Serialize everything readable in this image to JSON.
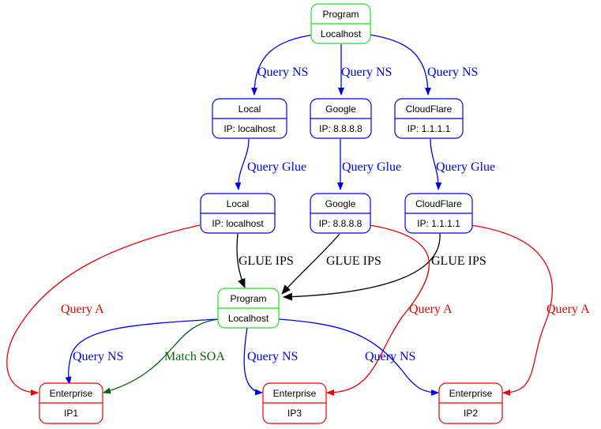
{
  "colors": {
    "program": "#22dd22",
    "resolver": "#0000dd",
    "enterprise": "#ee0000",
    "edge_ns": "#0000ee",
    "edge_glue_query": "#0000ee",
    "edge_glue_ips": "#000000",
    "edge_query_a": "#ee0000",
    "edge_soa": "#006600"
  },
  "nodes": {
    "program_top": {
      "title": "Program",
      "subtitle": "Localhost"
    },
    "local_ns": {
      "title": "Local",
      "subtitle": "IP: localhost"
    },
    "google_ns": {
      "title": "Google",
      "subtitle": "IP: 8.8.8.8"
    },
    "cloudflare_ns": {
      "title": "CloudFlare",
      "subtitle": "IP: 1.1.1.1"
    },
    "local_glue": {
      "title": "Local",
      "subtitle": "IP: localhost"
    },
    "google_glue": {
      "title": "Google",
      "subtitle": "IP: 8.8.8.8"
    },
    "cloudflare_glue": {
      "title": "CloudFlare",
      "subtitle": "IP: 1.1.1.1"
    },
    "program_mid": {
      "title": "Program",
      "subtitle": "Localhost"
    },
    "enterprise_ip1": {
      "title": "Enterprise",
      "subtitle": "IP1"
    },
    "enterprise_ip3": {
      "title": "Enterprise",
      "subtitle": "IP3"
    },
    "enterprise_ip2": {
      "title": "Enterprise",
      "subtitle": "IP2"
    }
  },
  "edge_labels": {
    "query_ns_local": "Query NS",
    "query_ns_google": "Query NS",
    "query_ns_cloudflare": "Query NS",
    "query_glue_local": "Query Glue",
    "query_glue_google": "Query Glue",
    "query_glue_cloudflare": "Query Glue",
    "glue_ips_local": "GLUE IPS",
    "glue_ips_google": "GLUE IPS",
    "glue_ips_cloudflare": "GLUE IPS",
    "query_a_local": "Query A",
    "query_a_google": "Query A",
    "query_a_cloudflare": "Query A",
    "query_ns_ip1": "Query NS",
    "match_soa": "Match SOA",
    "query_ns_ip3": "Query NS",
    "query_ns_ip2": "Query NS"
  }
}
